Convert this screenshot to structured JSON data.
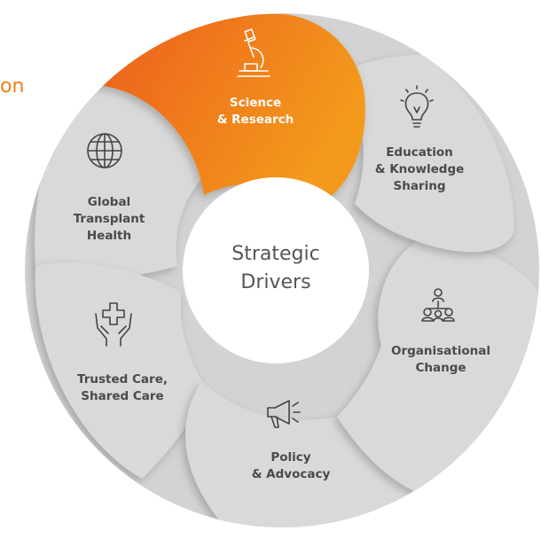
{
  "edge_text": "on",
  "center": {
    "line1": "Strategic",
    "line2": "Drivers"
  },
  "segments": [
    {
      "id": "science",
      "lines": [
        "Science",
        "& Research"
      ],
      "icon": "microscope-icon",
      "color": "#f07d1a"
    },
    {
      "id": "education",
      "lines": [
        "Education",
        "& Knowledge",
        "Sharing"
      ],
      "icon": "lightbulb-icon",
      "color": "#d9d9d9"
    },
    {
      "id": "org",
      "lines": [
        "Organisational",
        "Change"
      ],
      "icon": "people-network-icon",
      "color": "#d9d9d9"
    },
    {
      "id": "policy",
      "lines": [
        "Policy",
        "& Advocacy"
      ],
      "icon": "megaphone-icon",
      "color": "#d9d9d9"
    },
    {
      "id": "care",
      "lines": [
        "Trusted Care,",
        "Shared Care"
      ],
      "icon": "hands-cross-icon",
      "color": "#d9d9d9"
    },
    {
      "id": "global",
      "lines": [
        "Global",
        "Transplant",
        "Health"
      ],
      "icon": "globe-icon",
      "color": "#d9d9d9"
    }
  ],
  "colors": {
    "accent": "#f07d1a",
    "segment_grey": "#d9d9d9",
    "text": "#4a4a4a"
  }
}
